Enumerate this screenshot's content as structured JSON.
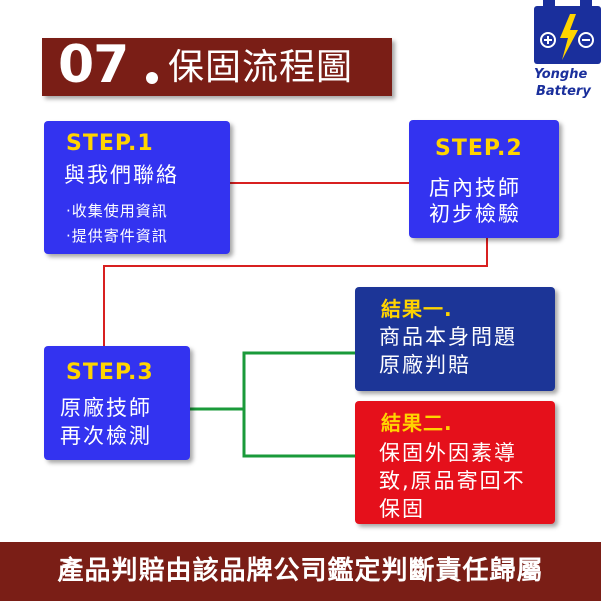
{
  "header": {
    "number": "07",
    "title": "保固流程圖"
  },
  "logo": {
    "line1": "Yonghe",
    "line2": "Battery"
  },
  "step1": {
    "label": "STEP.1",
    "title": "與我們聯絡",
    "bullets": [
      "‧收集使用資訊",
      "‧提供寄件資訊"
    ]
  },
  "step2": {
    "label": "STEP.2",
    "line1": "店內技師",
    "line2": "初步檢驗"
  },
  "step3": {
    "label": "STEP.3",
    "line1": "原廠技師",
    "line2": "再次檢測"
  },
  "result1": {
    "label": "結果一.",
    "line1": "商品本身問題",
    "line2": "原廠判賠"
  },
  "result2": {
    "label": "結果二.",
    "line1": "保固外因素導",
    "line2": "致,原品寄回不",
    "line3": "保固"
  },
  "footer": {
    "text": "產品判賠由該品牌公司鑑定判斷責任歸屬"
  },
  "colors": {
    "step_box": "#3333f0",
    "result1_box": "#1c3597",
    "result2_box": "#e5101b",
    "banner": "#7a1e16",
    "label_yellow": "#ffd400",
    "connector_red": "#d82020",
    "connector_green": "#1a9a3a"
  }
}
